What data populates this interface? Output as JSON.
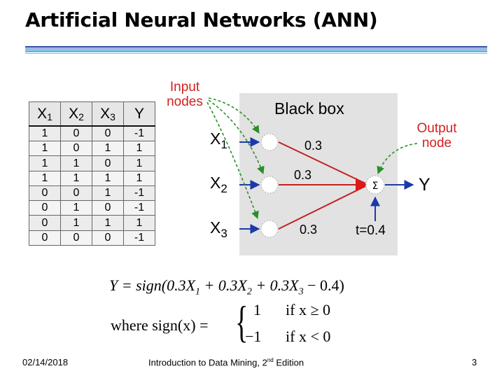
{
  "slide": {
    "title": "Artificial Neural Networks (ANN)",
    "footer_date": "02/14/2018",
    "footer_book": "Introduction to Data Mining, 2",
    "footer_book_sup": "nd",
    "footer_book_end": " Edition",
    "page_number": "3"
  },
  "table": {
    "headers": [
      {
        "name": "X",
        "sub": "1"
      },
      {
        "name": "X",
        "sub": "2"
      },
      {
        "name": "X",
        "sub": "3"
      },
      {
        "name": "Y",
        "sub": ""
      }
    ],
    "rows": [
      [
        "1",
        "0",
        "0",
        "-1"
      ],
      [
        "1",
        "0",
        "1",
        "1"
      ],
      [
        "1",
        "1",
        "0",
        "1"
      ],
      [
        "1",
        "1",
        "1",
        "1"
      ],
      [
        "0",
        "0",
        "1",
        "-1"
      ],
      [
        "0",
        "1",
        "0",
        "-1"
      ],
      [
        "0",
        "1",
        "1",
        "1"
      ],
      [
        "0",
        "0",
        "0",
        "-1"
      ]
    ]
  },
  "diagram": {
    "input_label_line1": "Input",
    "input_label_line2": "nodes",
    "output_label_line1": "Output",
    "output_label_line2": "node",
    "black_box_label": "Black box",
    "inputs": [
      {
        "name": "X",
        "sub": "1",
        "weight": "0.3"
      },
      {
        "name": "X",
        "sub": "2",
        "weight": "0.3"
      },
      {
        "name": "X",
        "sub": "3",
        "weight": "0.3"
      }
    ],
    "sum_symbol": "Σ",
    "threshold": "t=0.4",
    "output": "Y",
    "colors": {
      "annotation": "#d12020",
      "arrow": "#1a3aa8",
      "dashed": "#2a8f2a",
      "box": "#e2e2e2"
    }
  },
  "formula": {
    "lhs": "Y = sign(0.3X",
    "s1": "1",
    "p2": " + 0.3X",
    "s2": "2",
    "p3": " + 0.3X",
    "s3": "3",
    "tail": " − 0.4)",
    "where": "where sign(x) =",
    "brace": "{",
    "case1_value": "1",
    "case1_cond": "if x ≥ 0",
    "case2_value": "−1",
    "case2_cond": "if x < 0"
  }
}
